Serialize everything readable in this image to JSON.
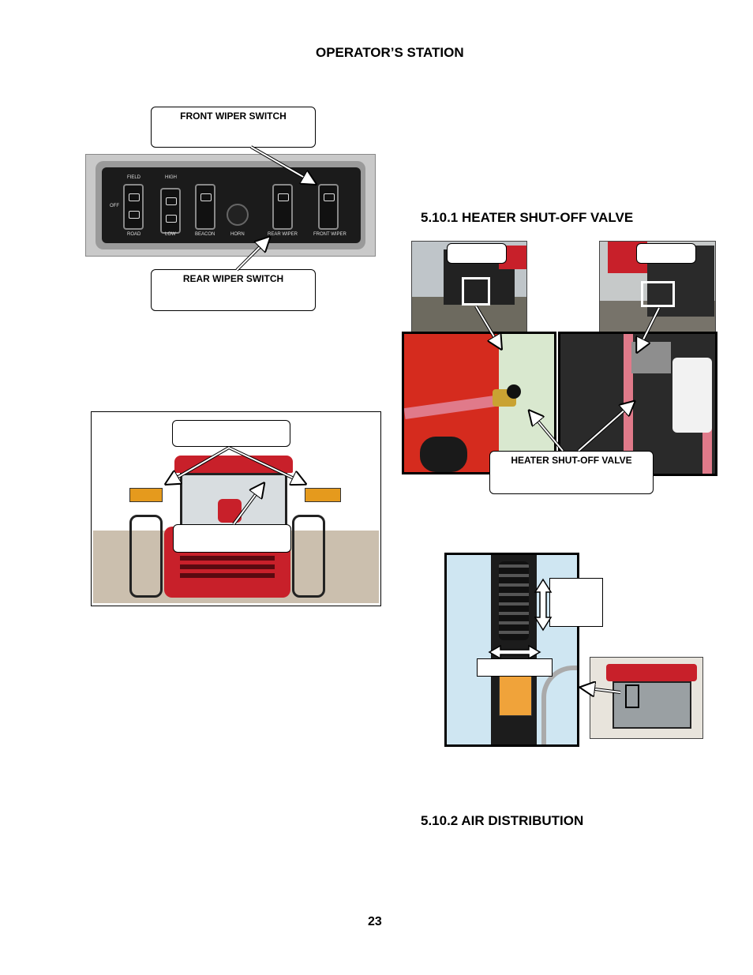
{
  "header": {
    "title": "OPERATOR’S STATION"
  },
  "switch_panel": {
    "front_wiper_callout": "FRONT WIPER SWITCH",
    "rear_wiper_callout": "REAR WIPER SWITCH",
    "labels": {
      "field": "FIELD",
      "high": "HIGH",
      "off": "OFF",
      "road": "ROAD",
      "low": "LOW",
      "beacon": "BEACON",
      "horn": "HORN",
      "rear_wiper": "REAR WIPER",
      "front_wiper": "FRONT WIPER"
    }
  },
  "sections": {
    "heater": "5.10.1  HEATER SHUT-OFF VALVE",
    "air": "5.10.2  AIR DISTRIBUTION"
  },
  "heater_figure": {
    "callout": "HEATER SHUT-OFF VALVE"
  },
  "footer": {
    "page_number": "23"
  },
  "colors": {
    "tractor_red": "#c8202a",
    "engine_red": "#d52b1e",
    "hose_pink": "#e07a8a",
    "sky_blue": "#cfe6f2"
  }
}
